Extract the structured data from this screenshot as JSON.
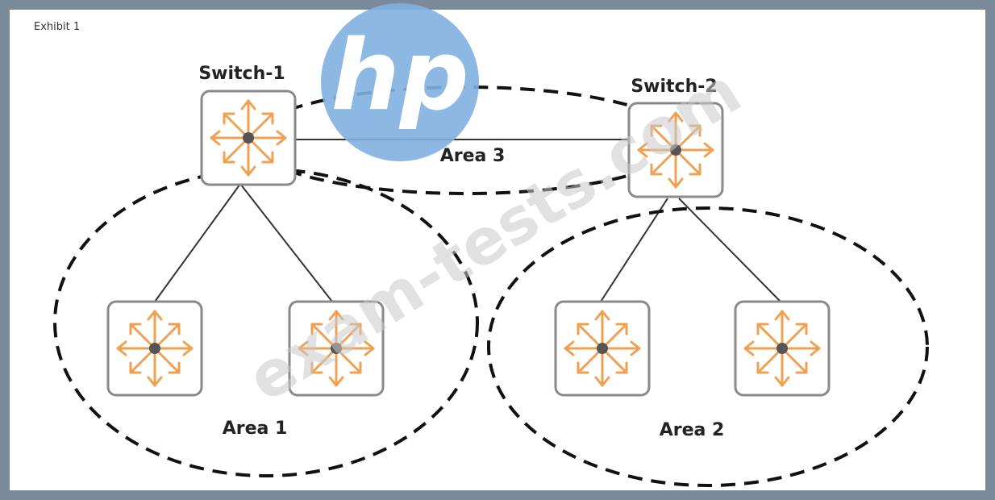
{
  "exhibit_label": "Exhibit 1",
  "switches": {
    "switch1_label": "Switch-1",
    "switch2_label": "Switch-2"
  },
  "areas": {
    "area1": "Area 1",
    "area2": "Area 2",
    "area3": "Area 3"
  },
  "watermark": {
    "text": "exam-tests.com",
    "logo_text": "hp",
    "logo_color": "#7fb0e0"
  },
  "colors": {
    "device_arrow": "#f0a050",
    "device_border": "#888888",
    "hub_dot": "#555555"
  }
}
